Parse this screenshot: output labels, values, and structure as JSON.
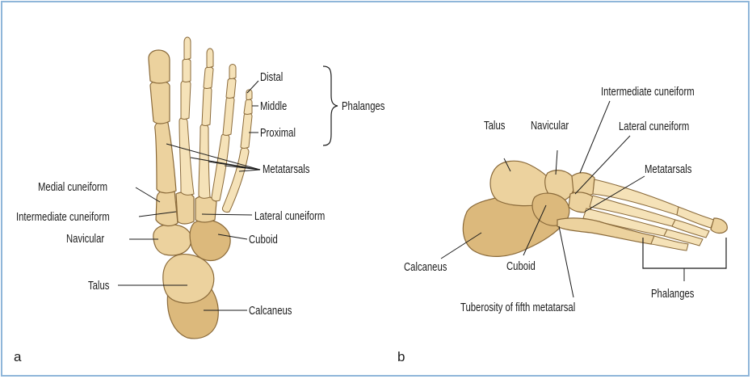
{
  "panel_a": {
    "letter": "a",
    "labels": {
      "distal": "Distal",
      "middle": "Middle",
      "proximal": "Proximal",
      "phalanges": "Phalanges",
      "metatarsals": "Metatarsals",
      "medial_cuneiform": "Medial cuneiform",
      "intermediate_cuneiform": "Intermediate cuneiform",
      "lateral_cuneiform": "Lateral cuneiform",
      "navicular": "Navicular",
      "cuboid": "Cuboid",
      "talus": "Talus",
      "calcaneus": "Calcaneus"
    }
  },
  "panel_b": {
    "letter": "b",
    "labels": {
      "intermediate_cuneiform": "Intermediate cuneiform",
      "talus": "Talus",
      "navicular": "Navicular",
      "lateral_cuneiform": "Lateral cuneiform",
      "metatarsals": "Metatarsals",
      "calcaneus": "Calcaneus",
      "cuboid": "Cuboid",
      "phalanges": "Phalanges",
      "tuberosity": "Tuberosity of fifth metatarsal"
    }
  },
  "colors": {
    "bone": "#ecd29e",
    "frame_border": "#8fb6d9"
  }
}
